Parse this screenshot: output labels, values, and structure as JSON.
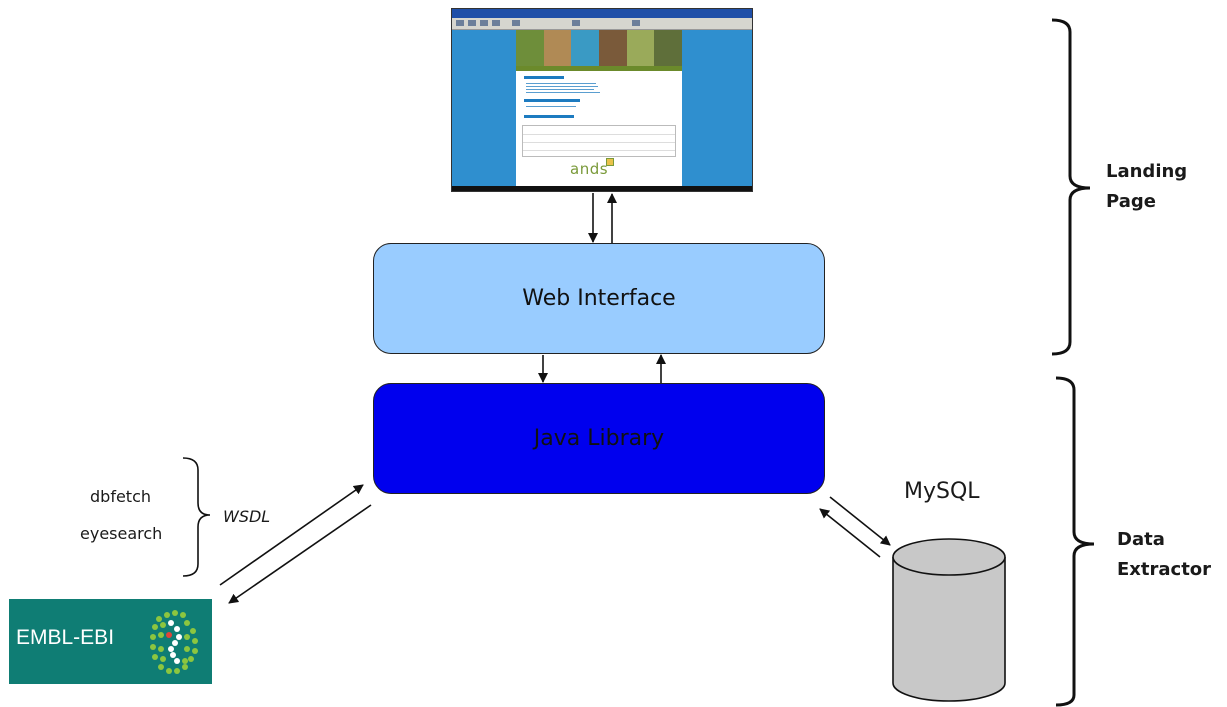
{
  "boxes": {
    "web_interface": "Web Interface",
    "java_library": "Java Library"
  },
  "brackets": {
    "landing_page": [
      "Landing",
      "Page"
    ],
    "data_extractor": [
      "Data",
      "Extractor"
    ]
  },
  "database": {
    "label": "MySQL"
  },
  "services": {
    "items": [
      "dbfetch",
      "eyesearch"
    ],
    "protocol": "WSDL"
  },
  "logos": {
    "embl_ebi": "EMBL-EBI",
    "ands": "ands"
  },
  "colors": {
    "web_interface_fill": "#99ccff",
    "java_library_fill": "#0000ee",
    "database_fill": "#c8c8c8",
    "embl_logo": "#0f7d74"
  }
}
